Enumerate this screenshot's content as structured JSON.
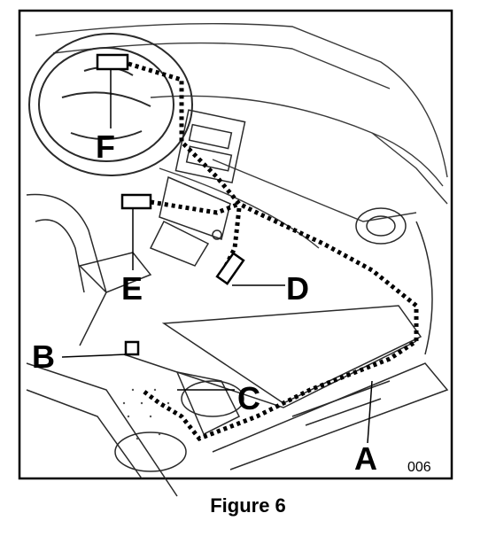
{
  "figure": {
    "caption": "Figure 6",
    "reference": "006",
    "callouts": {
      "A": "A",
      "B": "B",
      "C": "C",
      "D": "D",
      "E": "E",
      "F": "F"
    }
  },
  "colors": {
    "ink": "#000000",
    "background": "#ffffff",
    "line": "#3a3a3a"
  }
}
